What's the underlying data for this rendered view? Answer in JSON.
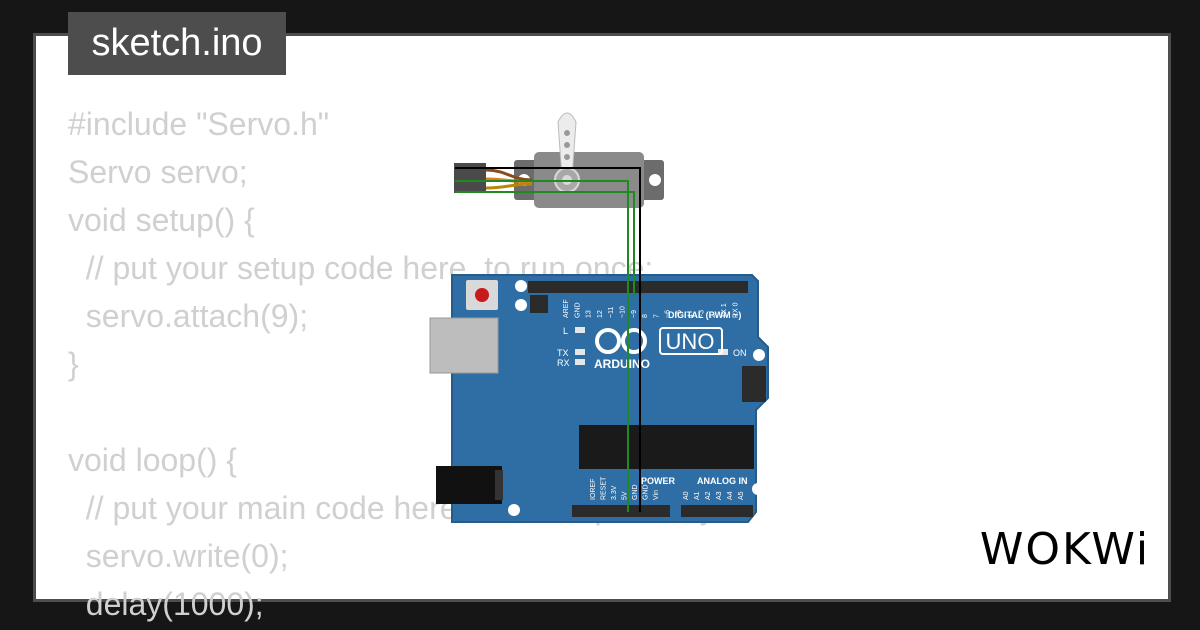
{
  "tab": {
    "filename": "sketch.ino"
  },
  "code_lines": [
    "#include \"Servo.h\"",
    "Servo servo;",
    "void setup() {",
    "  // put your setup code here, to run once:",
    "  servo.attach(9);",
    "}",
    "",
    "void loop() {",
    "  // put your main code here, to run repeatedly:",
    "  servo.write(0);",
    "  delay(1000);"
  ],
  "board": {
    "logo": "ARDUINO",
    "model": "UNO",
    "digital_label": "DIGITAL (PWM ~)",
    "power_label": "POWER",
    "analog_label": "ANALOG IN",
    "on_label": "ON",
    "l_label": "L",
    "tx_label": "TX",
    "rx_label": "RX",
    "top_pins": [
      "AREF",
      "GND",
      "13",
      "12",
      "~11",
      "~10",
      "~9",
      "8",
      "7",
      "~6",
      "~5",
      "4",
      "~3",
      "2",
      "TX 1",
      "RX 0"
    ],
    "power_pins": [
      "IOREF",
      "RESET",
      "3.3V",
      "5V",
      "GND",
      "GND",
      "Vin"
    ],
    "analog_pins": [
      "A0",
      "A1",
      "A2",
      "A3",
      "A4",
      "A5"
    ],
    "board_color": "#2f6ea5"
  },
  "wires": {
    "signal": "#1f8a1f",
    "ground": "#000000",
    "servo_leads": [
      "#8b4a1b",
      "#e07b1f",
      "#b8860b"
    ]
  },
  "brand": {
    "name": "WOKWi"
  }
}
